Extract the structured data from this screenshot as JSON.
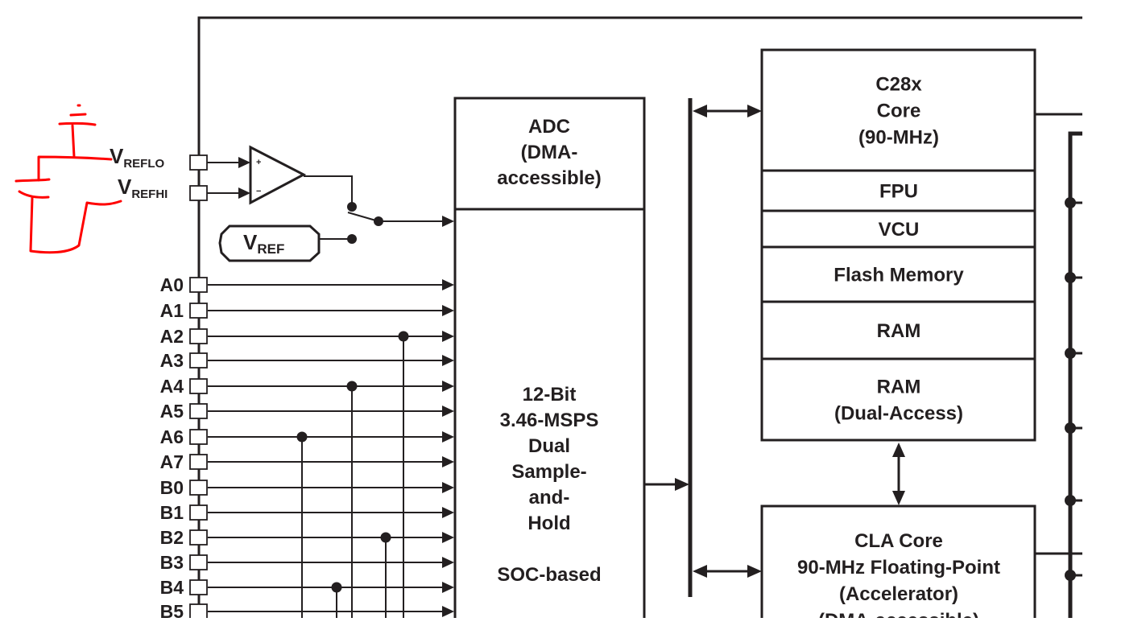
{
  "diagram": {
    "title": "ADC and CPU block diagram with hand-drawn reference annotation",
    "reference_pins": [
      {
        "id": "vreflo",
        "main": "V",
        "sub": "REFLO"
      },
      {
        "id": "vrefhi",
        "main": "V",
        "sub": "REFHI"
      }
    ],
    "internal_reference": {
      "main": "V",
      "sub": "REF"
    },
    "opamp": {
      "plus": "+",
      "minus": "−"
    },
    "analog_pins": [
      "A0",
      "A1",
      "A2",
      "A3",
      "A4",
      "A5",
      "A6",
      "A7",
      "B0",
      "B1",
      "B2",
      "B3",
      "B4",
      "B5"
    ],
    "taps": [
      {
        "pin": "A2"
      },
      {
        "pin": "A4"
      },
      {
        "pin": "A6"
      },
      {
        "pin": "B2"
      },
      {
        "pin": "B4"
      }
    ],
    "adc_header": [
      "ADC",
      "(DMA-",
      "accessible)"
    ],
    "adc_body": [
      "12-Bit",
      "3.46-MSPS",
      "Dual",
      "Sample-",
      "and-",
      "Hold",
      "",
      "SOC-based"
    ],
    "cpu_blocks": [
      {
        "id": "c28x",
        "lines": [
          "C28x",
          "Core",
          "(90-MHz)"
        ]
      },
      {
        "id": "fpu",
        "lines": [
          "FPU"
        ]
      },
      {
        "id": "vcu",
        "lines": [
          "VCU"
        ]
      },
      {
        "id": "flash",
        "lines": [
          "Flash Memory"
        ]
      },
      {
        "id": "ram",
        "lines": [
          "RAM"
        ]
      },
      {
        "id": "ram-dual",
        "lines": [
          "RAM",
          "(Dual-Access)"
        ]
      }
    ],
    "cla_block": [
      "CLA Core",
      "90-MHz Floating-Point",
      "(Accelerator)",
      "(DMA-accessible)"
    ],
    "annotation_color": "#ff0000",
    "line_color": "#231f20"
  }
}
